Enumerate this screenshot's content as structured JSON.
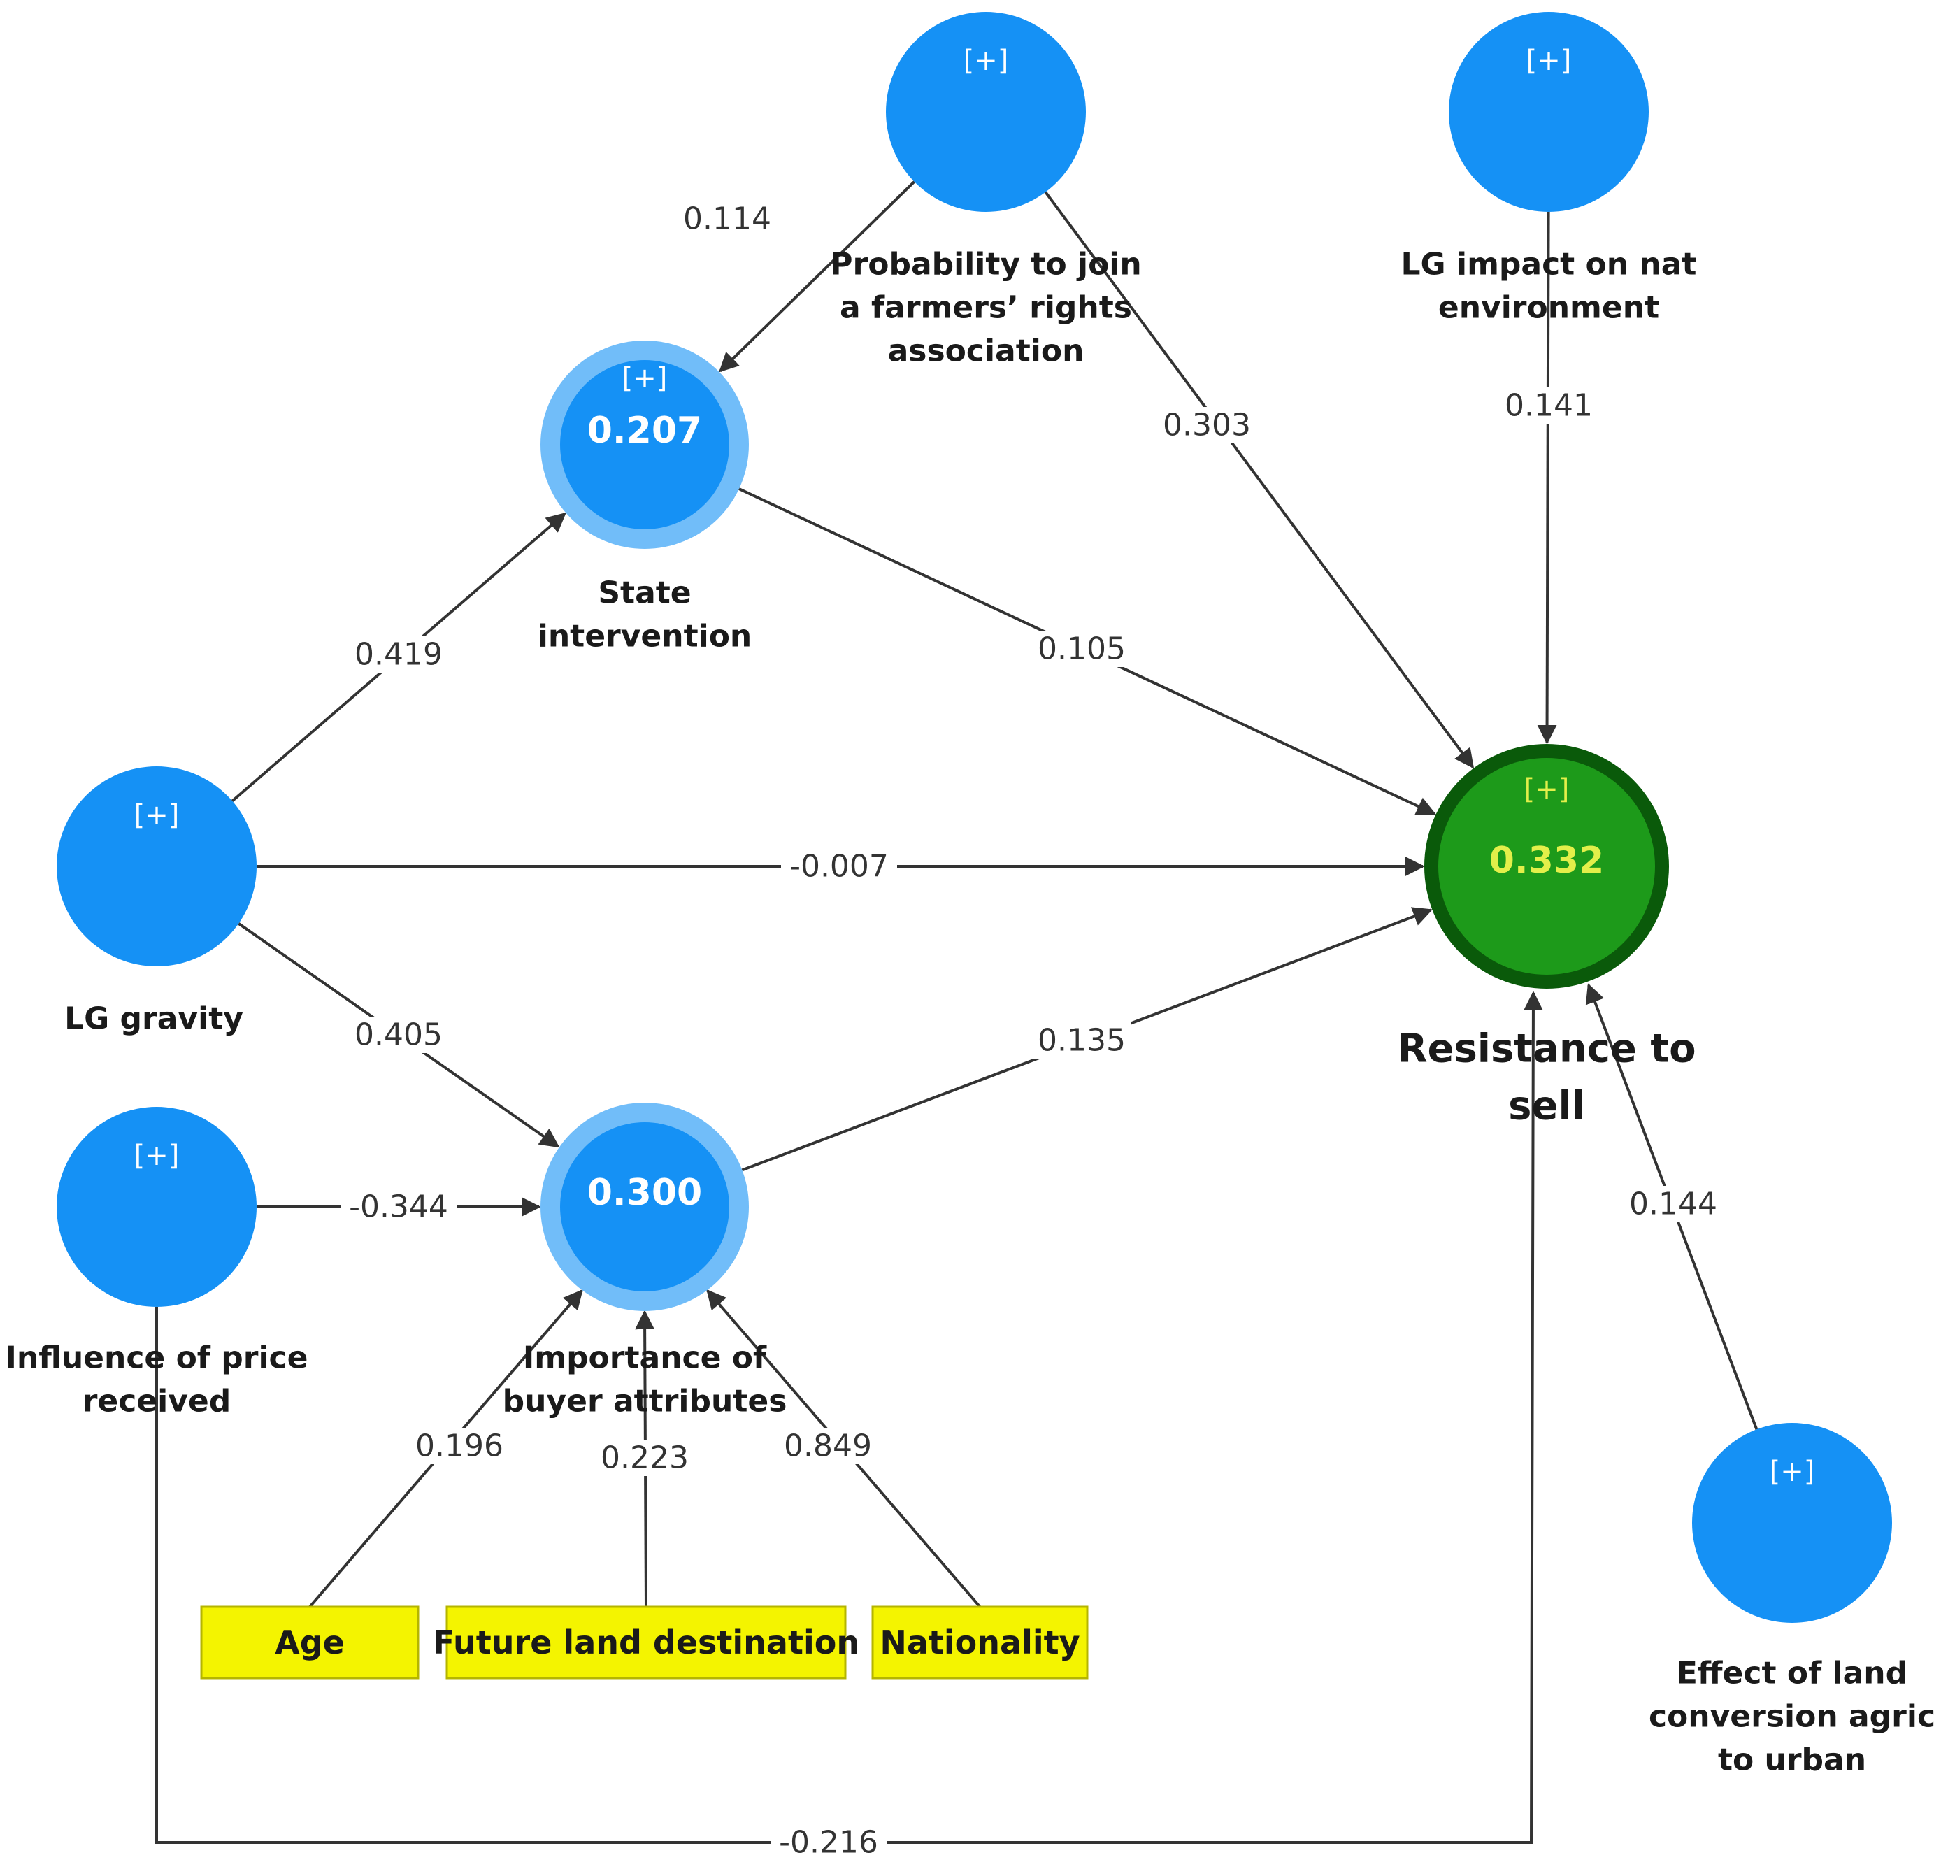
{
  "colors": {
    "construct_fill": "#1591f5",
    "construct_ring": "#71bdf9",
    "target_fill": "#1d9a1a",
    "target_ring": "#0a5a0a",
    "target_text": "#e3ef4a",
    "moderator_fill": "#f4f400",
    "moderator_border": "#b5b500",
    "edge": "#333333",
    "plus_text": "#ffffff"
  },
  "plus_marker": "[+]",
  "nodes": [
    {
      "id": "prob_join",
      "label_lines": [
        "Probability to join",
        "a farmers’ rights",
        "association"
      ],
      "r2": "",
      "has_plus": true,
      "type": "construct"
    },
    {
      "id": "lg_impact",
      "label_lines": [
        "LG impact on nat",
        "environment"
      ],
      "r2": "",
      "has_plus": true,
      "type": "construct"
    },
    {
      "id": "state",
      "label_lines": [
        "State",
        "intervention"
      ],
      "r2": "0.207",
      "has_plus": true,
      "type": "construct"
    },
    {
      "id": "lg_gravity",
      "label_lines": [
        "LG gravity"
      ],
      "r2": "",
      "has_plus": true,
      "type": "construct"
    },
    {
      "id": "resistance",
      "label_lines": [
        "Resistance to",
        "sell"
      ],
      "r2": "0.332",
      "has_plus": true,
      "type": "target"
    },
    {
      "id": "influence",
      "label_lines": [
        "Influence of price",
        "received"
      ],
      "r2": "",
      "has_plus": true,
      "type": "construct"
    },
    {
      "id": "importance",
      "label_lines": [
        "Importance of",
        "buyer attributes"
      ],
      "r2": "0.300",
      "has_plus": false,
      "type": "construct"
    },
    {
      "id": "effect_land",
      "label_lines": [
        "Effect of land",
        "conversion agric",
        "to urban"
      ],
      "r2": "",
      "has_plus": true,
      "type": "construct"
    }
  ],
  "moderators": [
    {
      "id": "age",
      "label": "Age"
    },
    {
      "id": "future",
      "label": "Future land destination"
    },
    {
      "id": "nationality",
      "label": "Nationality"
    }
  ],
  "paths": [
    {
      "from": "prob_join",
      "to": "state",
      "coefficient": "0.114"
    },
    {
      "from": "prob_join",
      "to": "resistance",
      "coefficient": "0.303"
    },
    {
      "from": "lg_impact",
      "to": "resistance",
      "coefficient": "0.141"
    },
    {
      "from": "lg_gravity",
      "to": "state",
      "coefficient": "0.419"
    },
    {
      "from": "state",
      "to": "resistance",
      "coefficient": "0.105"
    },
    {
      "from": "lg_gravity",
      "to": "resistance",
      "coefficient": "-0.007"
    },
    {
      "from": "lg_gravity",
      "to": "importance",
      "coefficient": "0.405"
    },
    {
      "from": "importance",
      "to": "resistance",
      "coefficient": "0.135"
    },
    {
      "from": "influence",
      "to": "importance",
      "coefficient": "-0.344"
    },
    {
      "from": "effect_land",
      "to": "resistance",
      "coefficient": "0.144"
    },
    {
      "from": "influence",
      "to": "resistance",
      "coefficient": "-0.216"
    },
    {
      "from": "age",
      "to": "importance",
      "coefficient": "0.196"
    },
    {
      "from": "future",
      "to": "importance",
      "coefficient": "0.223"
    },
    {
      "from": "nationality",
      "to": "importance",
      "coefficient": "0.849"
    }
  ]
}
